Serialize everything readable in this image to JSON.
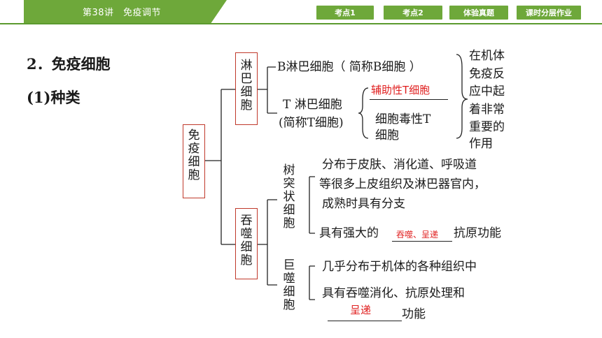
{
  "header": {
    "lesson_title": "第38讲　免疫调节",
    "nav": [
      "考点1",
      "考点2",
      "体验真题",
      "课时分层作业"
    ]
  },
  "content": {
    "section_heading": "2．免疫细胞",
    "sub_heading": "(1)种类",
    "root": "免疫细胞",
    "lymph": {
      "title": "淋巴细胞",
      "b_cell": "B淋巴细胞（ 简称B细胞 ）",
      "t_cell_line1": "T 淋巴细胞",
      "t_cell_line2": "(简称T细胞)",
      "helper_t": "辅助性T细胞",
      "cytotoxic_line1": "细胞毒性T",
      "cytotoxic_line2": "细胞",
      "role_lines": [
        "在机体",
        "免疫反",
        "应中起",
        "着非常",
        "重要的",
        "作用"
      ]
    },
    "phago": {
      "title": "吞噬细胞",
      "dendritic": "树突状细胞",
      "dendritic_desc1": "分布于皮肤、消化道、呼吸道",
      "dendritic_desc2": "等很多上皮组织及淋巴器官内，",
      "dendritic_desc3": "成熟时具有分支",
      "dendritic_func_pre": "具有强大的",
      "dendritic_func_ans": "吞噬、呈递",
      "dendritic_func_post": "抗原功能",
      "macrophage": "巨噬细胞",
      "macro_desc1": "几乎分布于机体的各种组织中",
      "macro_desc2": "具有吞噬消化、抗原处理和",
      "macro_func_ans": "呈递",
      "macro_func_post": "功能"
    }
  }
}
